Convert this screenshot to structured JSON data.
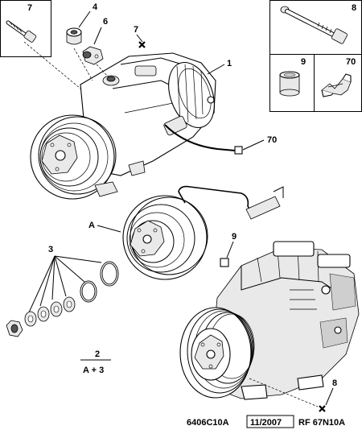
{
  "callouts": {
    "c7_box": "7",
    "c4": "4",
    "c6": "6",
    "c7": "7",
    "c1": "1",
    "c70": "70",
    "cA": "A",
    "c3": "3",
    "c9": "9",
    "c2": "2",
    "cA3": "A + 3",
    "c8_box": "8",
    "c9_box": "9",
    "c70_box": "70",
    "c8": "8"
  },
  "footer": {
    "ref_left": "6406C10A",
    "date": "11/2007",
    "ref_right": "RF 67N10A"
  },
  "icons": {
    "cross_marker": "cross-marker-icon"
  }
}
